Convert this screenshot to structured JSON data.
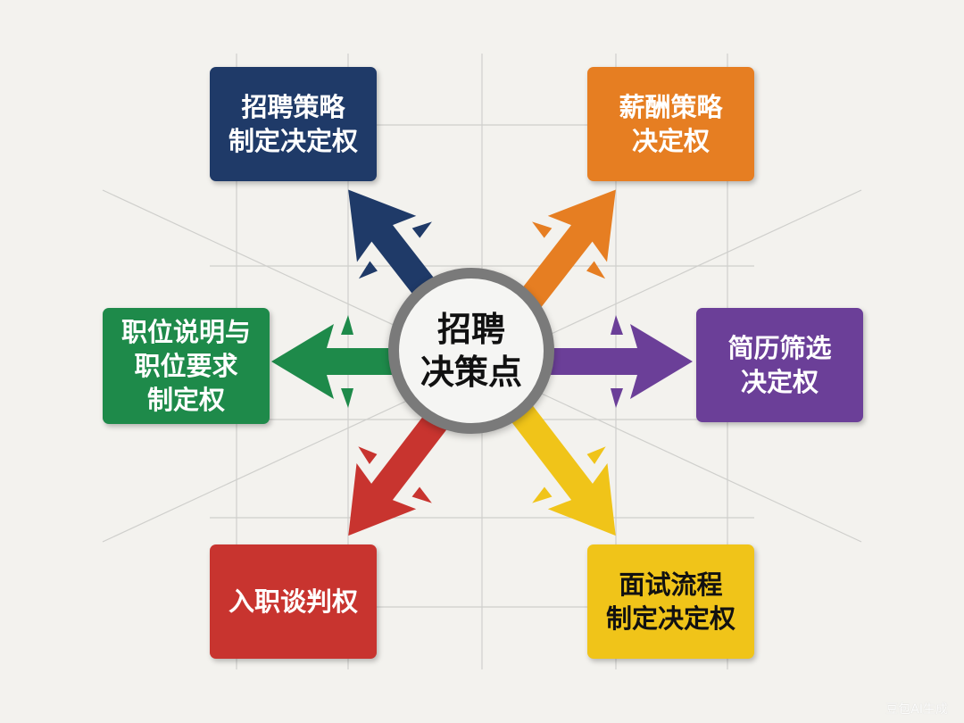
{
  "center": {
    "label": "招聘\n决策点"
  },
  "nodes": [
    {
      "id": "recruit-strategy",
      "label": "招聘策略\n制定决定权",
      "color": "#1f3a68"
    },
    {
      "id": "salary-strategy",
      "label": "薪酬策略\n决定权",
      "color": "#e67e22"
    },
    {
      "id": "job-description",
      "label": "职位说明与\n职位要求\n制定权",
      "color": "#1e8a4a"
    },
    {
      "id": "resume-screening",
      "label": "简历筛选\n决定权",
      "color": "#6b3f98"
    },
    {
      "id": "onboarding-negotiation",
      "label": "入职谈判权",
      "color": "#c8342f"
    },
    {
      "id": "interview-process",
      "label": "面试流程\n制定决定权",
      "color": "#f0c419"
    }
  ],
  "watermark": "豆包AI生成"
}
